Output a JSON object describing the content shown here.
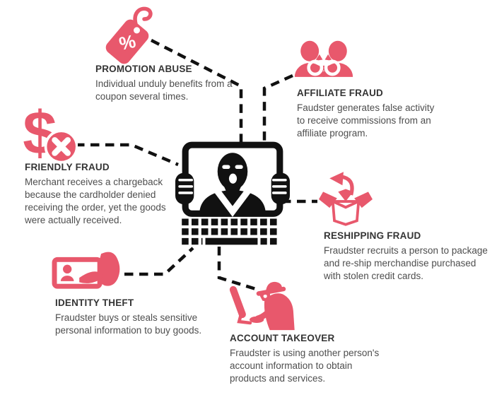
{
  "palette": {
    "accent": "#E8586C",
    "ink": "#111111",
    "title_color": "#343434",
    "body_color": "#4e4e4e",
    "background": "#ffffff"
  },
  "center": {
    "icon": "masked-hacker-laptop"
  },
  "tag_glyph": "%",
  "dollar_glyph": "$",
  "fraud_types": [
    {
      "id": "promotion-abuse",
      "icon": "price-tag-percent",
      "title": "PROMOTION ABUSE",
      "description": "Individual unduly benefits from a coupon several times."
    },
    {
      "id": "affiliate-fraud",
      "icon": "linked-people",
      "title": "AFFILIATE FRAUD",
      "description": "Faudster generates false activity to receive commissions from an affiliate program."
    },
    {
      "id": "friendly-fraud",
      "icon": "dollar-cross",
      "title": "FRIENDLY FRAUD",
      "description": "Merchant receives a chargeback because the cardholder denied receiving the order, yet the goods were actually received."
    },
    {
      "id": "reshipping-fraud",
      "icon": "open-box-arrow",
      "title": "RESHIPPING FRAUD",
      "description": "Fraudster recruits a person to package and re-ship merchandise purchased with stolen credit cards."
    },
    {
      "id": "identity-theft",
      "icon": "id-card-hand",
      "title": "IDENTITY THEFT",
      "description": "Fraudster buys or steals sensitive personal information to buy goods."
    },
    {
      "id": "account-takeover",
      "icon": "spy-computer",
      "title": "ACCOUNT TAKEOVER",
      "description": "Fraudster is using another person's account information to obtain products and services."
    }
  ]
}
